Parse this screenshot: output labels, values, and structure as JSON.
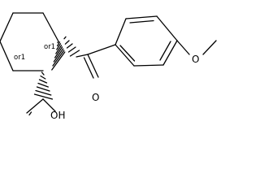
{
  "structure": {
    "labels": {
      "carbonyl_oxygen": "O",
      "acid_group": "OH",
      "ether_oxygen": "O",
      "stereo_top": "or1",
      "stereo_left": "or1"
    }
  }
}
